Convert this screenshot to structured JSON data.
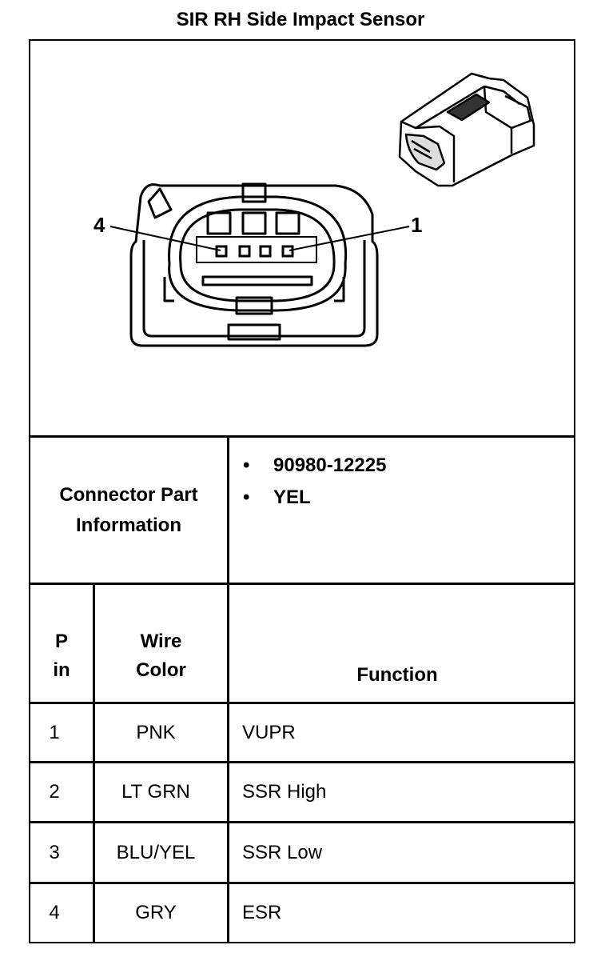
{
  "title": "SIR RH Side Impact Sensor",
  "diagram": {
    "pin_label_left": "4",
    "pin_label_right": "1"
  },
  "connector_info": {
    "label_line1": "Connector Part",
    "label_line2": "Information",
    "items": [
      "90980-12225",
      "YEL"
    ]
  },
  "table": {
    "headers": {
      "pin_line1": "P",
      "pin_line2": "in",
      "wire_line1": "Wire",
      "wire_line2": "Color",
      "function": "Function"
    },
    "rows": [
      {
        "pin": "1",
        "wire": "PNK",
        "function": "VUPR"
      },
      {
        "pin": "2",
        "wire": "LT GRN",
        "function": "SSR High"
      },
      {
        "pin": "3",
        "wire": "BLU/YEL",
        "function": "SSR Low"
      },
      {
        "pin": "4",
        "wire": "GRY",
        "function": "ESR"
      }
    ]
  }
}
